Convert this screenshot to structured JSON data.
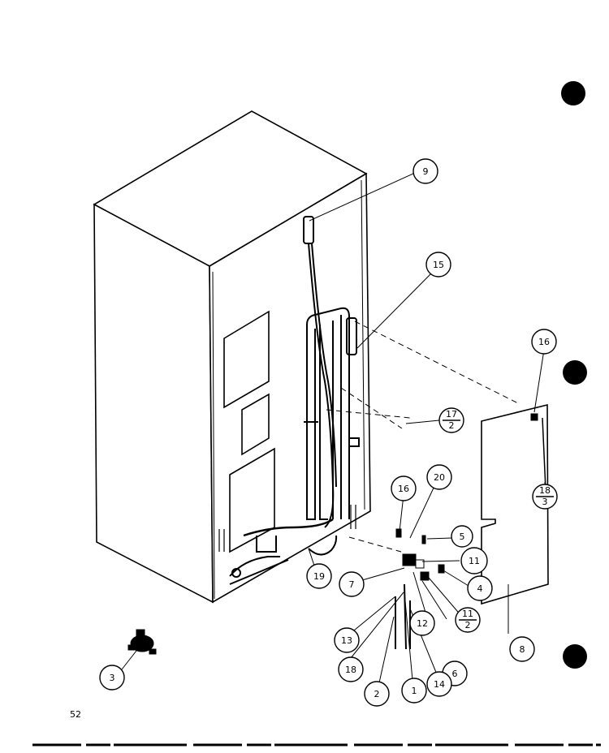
{
  "page_number": "52",
  "callouts": {
    "c9": "9",
    "c15": "15",
    "c16a": "16",
    "c16b": "16",
    "c17": {
      "top": "17",
      "bottom": "2"
    },
    "c18": {
      "top": "18",
      "bottom": "3"
    },
    "c20": "20",
    "c5": "5",
    "c11": "11",
    "c11b": {
      "top": "11",
      "bottom": "2"
    },
    "c4": "4",
    "c7": "7",
    "c19": "19",
    "c12": "12",
    "c13": "13",
    "c6": "6",
    "c8": "8",
    "c18b": "18",
    "c14": "14",
    "c1": "1",
    "c2": "2",
    "c3": "3"
  }
}
